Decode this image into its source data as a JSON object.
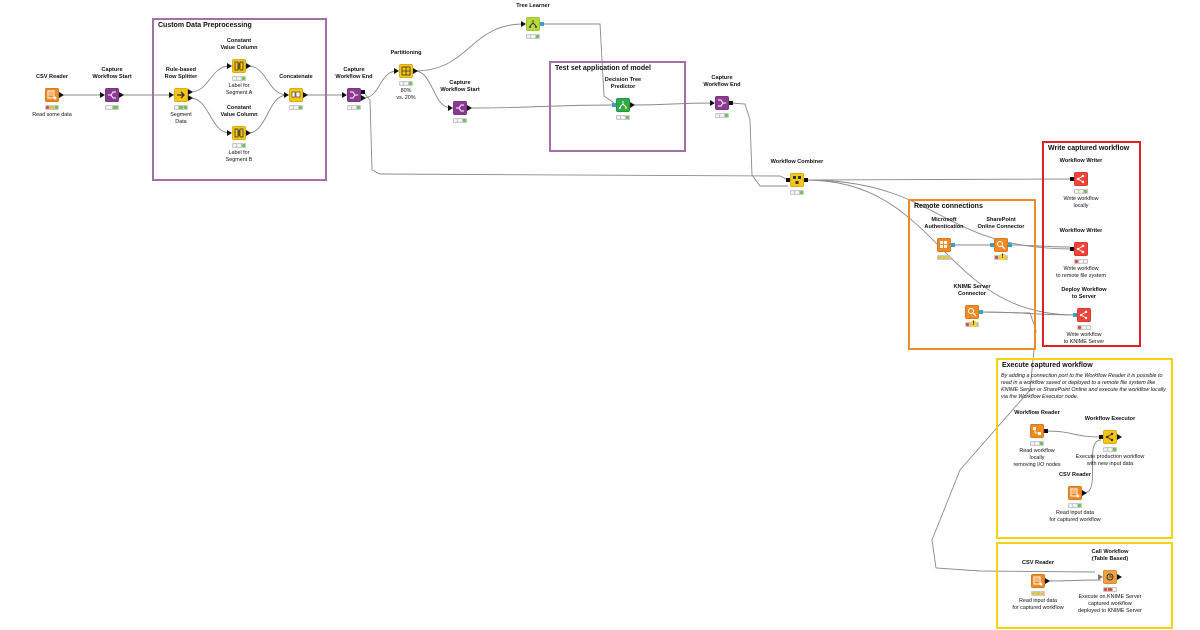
{
  "colors": {
    "manipulator": "#f5c518",
    "predictor": "#2eaa4a",
    "learner": "#b7d93c",
    "source": "#f08a24",
    "sink": "#f0443a",
    "flow": "#8a3a8f",
    "anno_purple": "#a46fa8",
    "anno_orange": "#f08a24",
    "anno_red": "#e02020",
    "anno_yellow": "#f5d20a",
    "port_table": "#111111",
    "port_conn": "#3aa0c8",
    "port_workflow": "#3a6fbf"
  },
  "annotations": [
    {
      "id": "custom",
      "title": "Custom Data Preprocessing",
      "color": "#a46fa8",
      "text": ""
    },
    {
      "id": "testset",
      "title": "Test set application of model",
      "color": "#a46fa8",
      "text": ""
    },
    {
      "id": "write",
      "title": "Write captured workflow",
      "color": "#e02020",
      "text": ""
    },
    {
      "id": "remote",
      "title": "Remote connections",
      "color": "#f08a24",
      "text": ""
    },
    {
      "id": "execute",
      "title": "Execute captured workflow",
      "color": "#f5d20a",
      "text": "By adding a connection port to the Workflow Reader it is possible to read in a workflow saved or deployed to a remote file system like KNIME Server or SharePoint Online and execute the workflow locally via the Workflow Executor node."
    },
    {
      "id": "call",
      "title": "",
      "color": "#f5d20a",
      "text": ""
    }
  ],
  "nodes": [
    {
      "id": "csv1",
      "title": "CSV Reader",
      "desc": "Read some data",
      "icon": "table-reader-icon",
      "color": "#f08a24",
      "status": [
        "red",
        "amber",
        "on"
      ]
    },
    {
      "id": "cws1",
      "title": "Capture\nWorkflow Start",
      "desc": "",
      "icon": "capture-start-icon",
      "color": "#8a3a8f",
      "status": [
        "off",
        "on"
      ]
    },
    {
      "id": "rbs",
      "title": "Rule-based\nRow Splitter",
      "desc": "Segment\nData",
      "icon": "row-splitter-icon",
      "color": "#f5c518",
      "status": [
        "off",
        "on",
        "on"
      ]
    },
    {
      "id": "cvcA",
      "title": "Constant\nValue Column",
      "desc": "Label for\nSegment A",
      "icon": "constant-column-icon",
      "color": "#f5c518",
      "status": [
        "off",
        "off",
        "on"
      ]
    },
    {
      "id": "cvcB",
      "title": "Constant\nValue Column",
      "desc": "Label for\nSegment  B",
      "icon": "constant-column-icon",
      "color": "#f5c518",
      "status": [
        "off",
        "off",
        "on"
      ]
    },
    {
      "id": "concat",
      "title": "Concatenate",
      "desc": "",
      "icon": "concatenate-icon",
      "color": "#f5c518",
      "status": [
        "off",
        "off",
        "on"
      ]
    },
    {
      "id": "cwe1",
      "title": "Capture\nWorkflow End",
      "desc": "",
      "icon": "capture-end-icon",
      "color": "#8a3a8f",
      "status": [
        "off",
        "off",
        "on"
      ]
    },
    {
      "id": "part",
      "title": "Partitioning",
      "desc": "80%\nvs. 20%",
      "icon": "partitioning-icon",
      "color": "#f5c518",
      "status": [
        "off",
        "off",
        "on"
      ]
    },
    {
      "id": "dtl",
      "title": "Decision\nTree Learner",
      "desc": "",
      "icon": "tree-learner-icon",
      "color": "#b7d93c",
      "status": [
        "off",
        "off",
        "on"
      ]
    },
    {
      "id": "cws2",
      "title": "Capture\nWorkflow Start",
      "desc": "",
      "icon": "capture-start-icon",
      "color": "#8a3a8f",
      "status": [
        "off",
        "off",
        "on"
      ]
    },
    {
      "id": "dtp",
      "title": "Decision Tree\nPredictor",
      "desc": "",
      "icon": "tree-predictor-icon",
      "color": "#2eaa4a",
      "status": [
        "off",
        "off",
        "on"
      ]
    },
    {
      "id": "cwe2",
      "title": "Capture\nWorkflow End",
      "desc": "",
      "icon": "capture-end-icon",
      "color": "#8a3a8f",
      "status": [
        "off",
        "off",
        "on"
      ]
    },
    {
      "id": "wc",
      "title": "Workflow Combiner",
      "desc": "",
      "icon": "workflow-combiner-icon",
      "color": "#f5c518",
      "status": [
        "off",
        "off",
        "on"
      ]
    },
    {
      "id": "ww1",
      "title": "Workflow Writer",
      "desc": "Write workflow\nlocally",
      "icon": "workflow-writer-icon",
      "color": "#f0443a",
      "status": [
        "off",
        "off",
        "on"
      ]
    },
    {
      "id": "msauth",
      "title": "Microsoft\nAuthentication",
      "desc": "",
      "icon": "ms-auth-icon",
      "color": "#f08a24",
      "status": [
        "amber",
        "amber",
        "amber"
      ]
    },
    {
      "id": "spoc",
      "title": "SharePoint\nOnline Connector",
      "desc": "",
      "icon": "sharepoint-connector-icon",
      "color": "#f08a24",
      "status": [
        "red",
        "amber",
        "amber"
      ],
      "warn": true
    },
    {
      "id": "ww2",
      "title": "Workflow Writer",
      "desc": "Write workflow\nto remote file system",
      "icon": "workflow-writer-icon",
      "color": "#f0443a",
      "status": [
        "red",
        "off",
        "off"
      ]
    },
    {
      "id": "ksc",
      "title": "KNIME Server\nConnector",
      "desc": "",
      "icon": "server-connector-icon",
      "color": "#f08a24",
      "status": [
        "red",
        "amber",
        "amber"
      ],
      "warn": true
    },
    {
      "id": "dws",
      "title": "Deploy Workflow\nto Server",
      "desc": "Write workflow\nto KNIME Server",
      "icon": "deploy-workflow-icon",
      "color": "#f0443a",
      "status": [
        "red",
        "off",
        "off"
      ]
    },
    {
      "id": "wr",
      "title": "Workflow Reader",
      "desc": "Read workflow\nlocally\nremoving I/O nodes",
      "icon": "workflow-reader-icon",
      "color": "#f08a24",
      "status": [
        "off",
        "off",
        "on"
      ]
    },
    {
      "id": "we",
      "title": "Workflow Executor",
      "desc": "Execute production workflow\nwith new input data",
      "icon": "workflow-executor-icon",
      "color": "#f5c518",
      "status": [
        "off",
        "off",
        "on"
      ]
    },
    {
      "id": "csv2",
      "title": "CSV Reader",
      "desc": "Read input data\nfor captured workflow",
      "icon": "table-reader-icon",
      "color": "#f08a24",
      "status": [
        "off",
        "off",
        "on"
      ]
    },
    {
      "id": "csv3",
      "title": "CSV Reader",
      "desc": "Read input data\nfor captured workflow",
      "icon": "table-reader-icon",
      "color": "#f08a24",
      "status": [
        "amber",
        "amber",
        "amber"
      ]
    },
    {
      "id": "cwf",
      "title": "Call Workflow\n(Table Based)",
      "desc": "Execute on KNIME Server\ncaptured workflow\ndeployed to KNIME Server",
      "icon": "call-workflow-icon",
      "color": "#f0a040",
      "status": [
        "red",
        "red",
        "off"
      ]
    }
  ]
}
